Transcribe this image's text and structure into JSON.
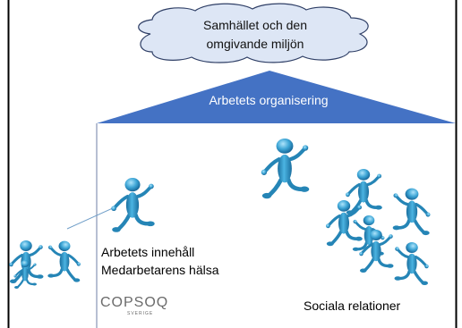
{
  "diagram": {
    "cloud_label": "Samhället och den omgivande miljön",
    "cloud_line1": "Samhället och den",
    "cloud_line2": "omgivande miljön",
    "roof_label": "Arbetets organisering",
    "content_label": "Arbetets innehåll",
    "health_label": "Medarbetarens hälsa",
    "social_label": "Sociala relationer",
    "logo_main": "COPSOQ",
    "logo_sub": "SVERIGE"
  },
  "colors": {
    "roof_fill": "#4472c4",
    "cloud_fill": "#dde6f5",
    "cloud_stroke": "#2f3f66",
    "figure_blue": "#2f95c8",
    "house_line": "#6f7fa6"
  },
  "figures": {
    "icon_name": "stick-person-icon",
    "count": 11
  }
}
